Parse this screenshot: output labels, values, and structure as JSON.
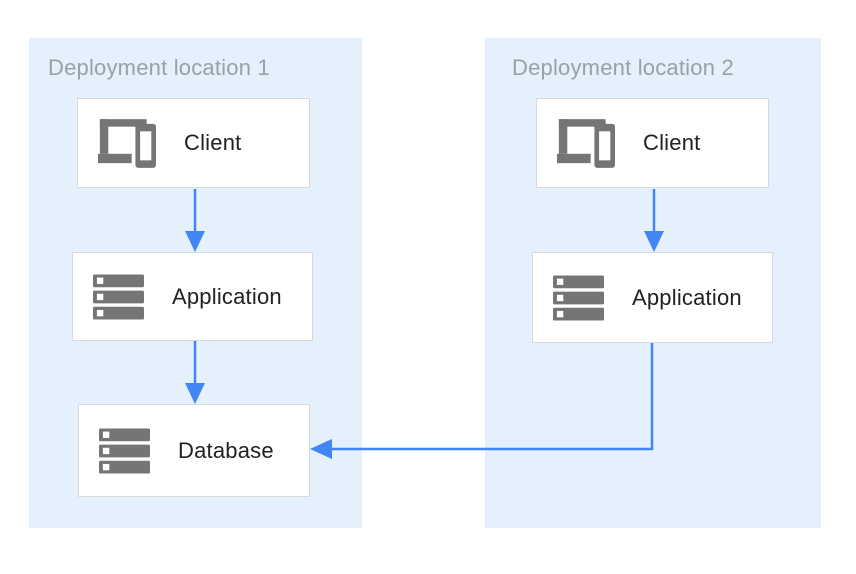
{
  "diagram": {
    "zones": [
      {
        "title": "Deployment location 1",
        "nodes": [
          {
            "id": "client-1",
            "label": "Client",
            "icon": "devices-icon"
          },
          {
            "id": "application-1",
            "label": "Application",
            "icon": "server-stack-icon"
          },
          {
            "id": "database-1",
            "label": "Database",
            "icon": "server-stack-icon"
          }
        ]
      },
      {
        "title": "Deployment location 2",
        "nodes": [
          {
            "id": "client-2",
            "label": "Client",
            "icon": "devices-icon"
          },
          {
            "id": "application-2",
            "label": "Application",
            "icon": "server-stack-icon"
          }
        ]
      }
    ],
    "connections": [
      {
        "from": "client-1",
        "to": "application-1",
        "shape": "straight-down"
      },
      {
        "from": "application-1",
        "to": "database-1",
        "shape": "straight-down"
      },
      {
        "from": "client-2",
        "to": "application-2",
        "shape": "straight-down"
      },
      {
        "from": "application-2",
        "to": "database-1",
        "shape": "elbow-down-left"
      }
    ],
    "colors": {
      "zone_background": "#e4f0fb",
      "node_background": "#ffffff",
      "node_border": "#d9d9d9",
      "arrow": "#4285f4",
      "icon": "#757575",
      "zone_title_text": "#9aa0a6",
      "node_label_text": "#212121"
    }
  }
}
